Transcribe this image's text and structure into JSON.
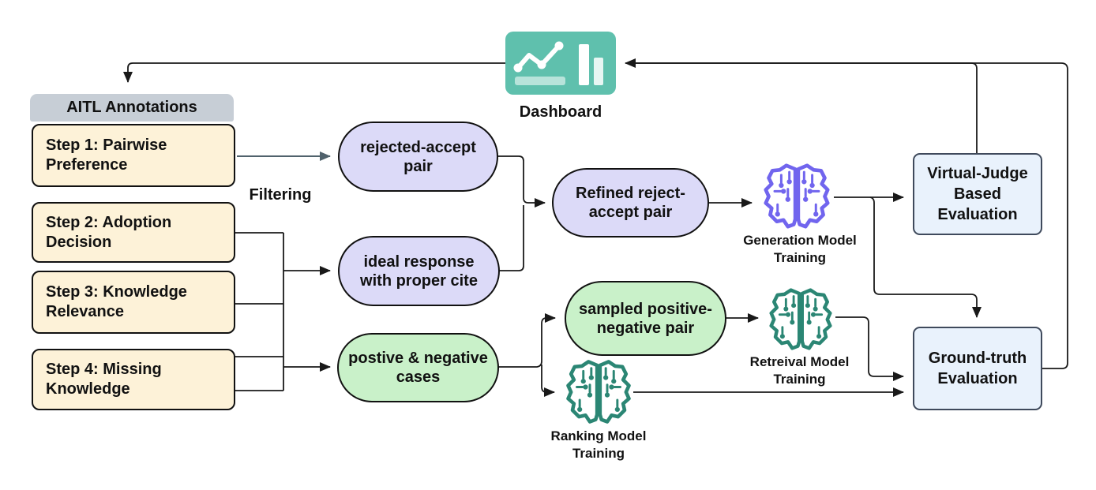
{
  "nodes": {
    "dashboard": {
      "label": "Dashboard"
    },
    "aitl_header": {
      "label": "AITL Annotations"
    },
    "step1": {
      "label": "Step 1: Pairwise Preference"
    },
    "step2": {
      "label": "Step 2: Adoption Decision"
    },
    "step3": {
      "label": "Step 3: Knowledge Relevance"
    },
    "step4": {
      "label": "Step 4: Missing Knowledge"
    },
    "filtering": {
      "label": "Filtering"
    },
    "rejected_accept": {
      "label": "rejected-accept pair"
    },
    "ideal_response": {
      "label": "ideal response with proper cite"
    },
    "positive_negative": {
      "label": "postive & negative cases"
    },
    "refined_pair": {
      "label": "Refined reject-accept pair"
    },
    "sampled_pair": {
      "label": "sampled positive-negative pair"
    },
    "generation_training": {
      "label": "Generation Model Training"
    },
    "retrieval_training": {
      "label": "Retreival Model Training"
    },
    "ranking_training": {
      "label": "Ranking Model Training"
    },
    "virtual_judge": {
      "label": "Virtual-Judge Based Evaluation"
    },
    "ground_truth": {
      "label": "Ground-truth Evaluation"
    }
  },
  "icons": {
    "dashboard": "dashboard-chart-icon",
    "generation_training": "brain-circuit-icon",
    "retrieval_training": "brain-circuit-icon",
    "ranking_training": "brain-circuit-icon"
  },
  "colors": {
    "step_fill": "#fdf2d8",
    "header_fill": "#c7ced6",
    "lavender_fill": "#dcdaf8",
    "green_fill": "#c9f1c9",
    "eval_fill": "#e9f2fc",
    "eval_border": "#3f4a5c",
    "dashboard_fill": "#5fc0ad",
    "purple_brain": "#7165ee",
    "teal_brain": "#2b8674",
    "line": "#191919",
    "gray_line": "#50626c"
  }
}
